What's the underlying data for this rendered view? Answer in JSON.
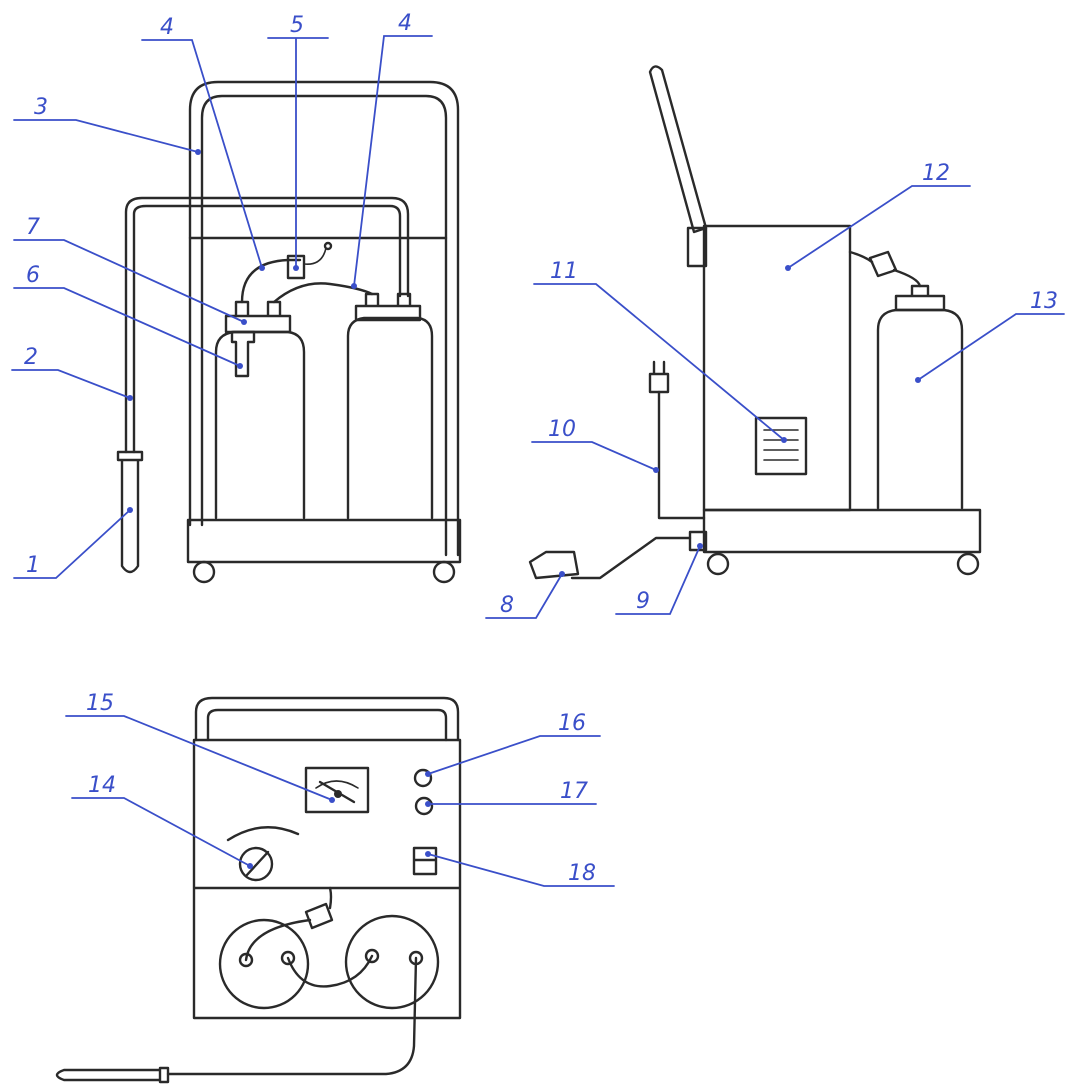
{
  "labels": {
    "l1": "1",
    "l2": "2",
    "l3": "3",
    "l4a": "4",
    "l4b": "4",
    "l5": "5",
    "l6": "6",
    "l7": "7",
    "l8": "8",
    "l9": "9",
    "l10": "10",
    "l11": "11",
    "l12": "12",
    "l13": "13",
    "l14": "14",
    "l15": "15",
    "l16": "16",
    "l17": "17",
    "l18": "18"
  },
  "colors": {
    "ink": "#2a2a2a",
    "callout": "#3a4fc9"
  }
}
